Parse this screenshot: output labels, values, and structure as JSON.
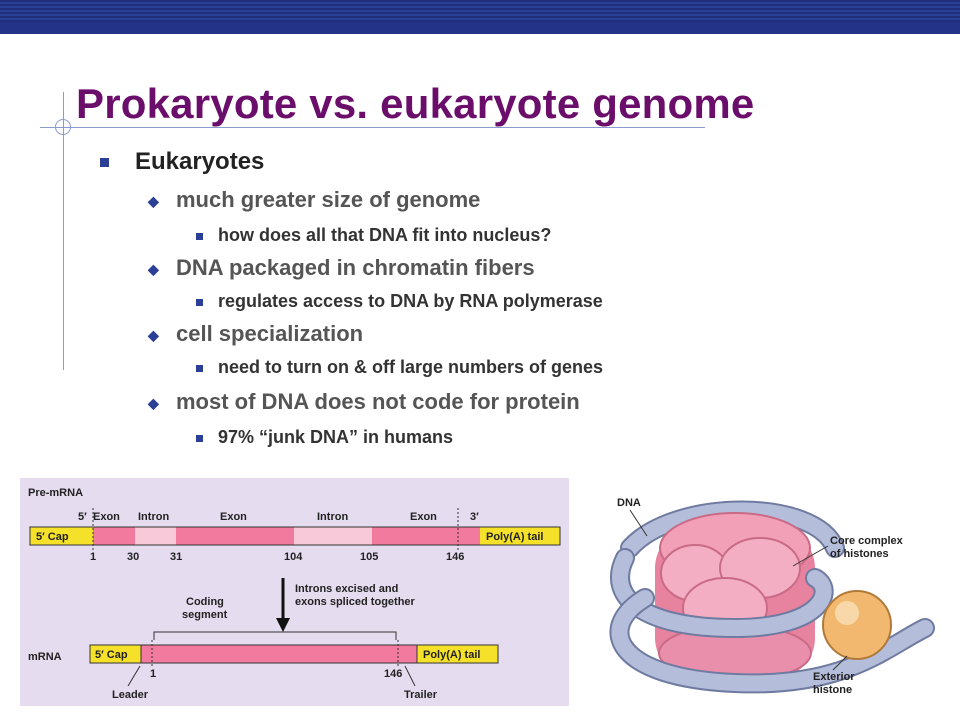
{
  "slide": {
    "title": "Prokaryote vs. eukaryote genome",
    "heading": "Eukaryotes",
    "points": [
      {
        "text": "much greater size of genome",
        "sub": "how does all that DNA fit into nucleus?"
      },
      {
        "text": "DNA packaged in chromatin fibers",
        "sub": "regulates access to DNA by RNA polymerase"
      },
      {
        "text": "cell specialization",
        "sub": "need to turn on & off large numbers of genes"
      },
      {
        "text": "most of DNA does not code for protein",
        "sub": "97% “junk DNA” in humans"
      }
    ]
  },
  "figure_mrna": {
    "pre_label": "Pre-mRNA",
    "five_prime": "5′",
    "three_prime": "3′",
    "segments": [
      "Exon",
      "Intron",
      "Exon",
      "Intron",
      "Exon"
    ],
    "cap": "5′ Cap",
    "tail": "Poly(A) tail",
    "positions": [
      "1",
      "30",
      "31",
      "104",
      "105",
      "146"
    ],
    "excise_label_1": "Introns excised and",
    "excise_label_2": "exons spliced together",
    "coding_label_1": "Coding",
    "coding_label_2": "segment",
    "mrna_label": "mRNA",
    "mrna_cap": "5′ Cap",
    "mrna_tail": "Poly(A) tail",
    "mrna_pos_start": "1",
    "mrna_pos_end": "146",
    "leader": "Leader",
    "trailer": "Trailer"
  },
  "figure_nucleosome": {
    "dna": "DNA",
    "core_1": "Core complex",
    "core_2": "of histones",
    "exterior_1": "Exterior",
    "exterior_2": "histone"
  },
  "colors": {
    "title": "#6b0e6b",
    "bullet": "#2b3f97",
    "panel": "#e6dcf0",
    "exon": "#f27a9e",
    "intron": "#f8c9d8",
    "cap": "#f5e12a",
    "dna": "#9aa6c8",
    "histone": "#f2a0b8",
    "exterior_histone": "#f2b870"
  }
}
